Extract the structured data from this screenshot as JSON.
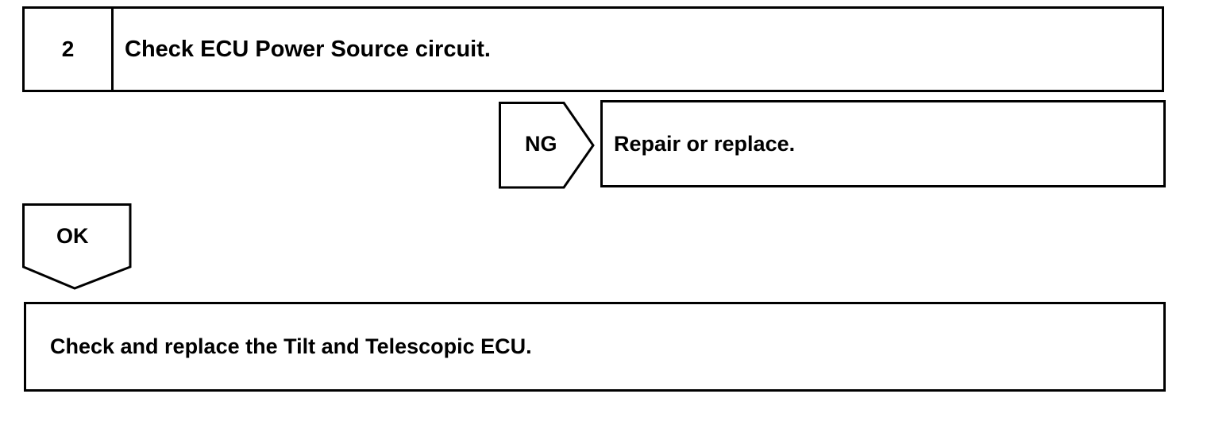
{
  "step": {
    "number": "2",
    "title": "Check ECU Power Source circuit."
  },
  "ng_branch": {
    "label": "NG",
    "action": "Repair or replace."
  },
  "ok_branch": {
    "label": "OK"
  },
  "final_step": {
    "action": "Check and replace the Tilt and Telescopic ECU."
  }
}
